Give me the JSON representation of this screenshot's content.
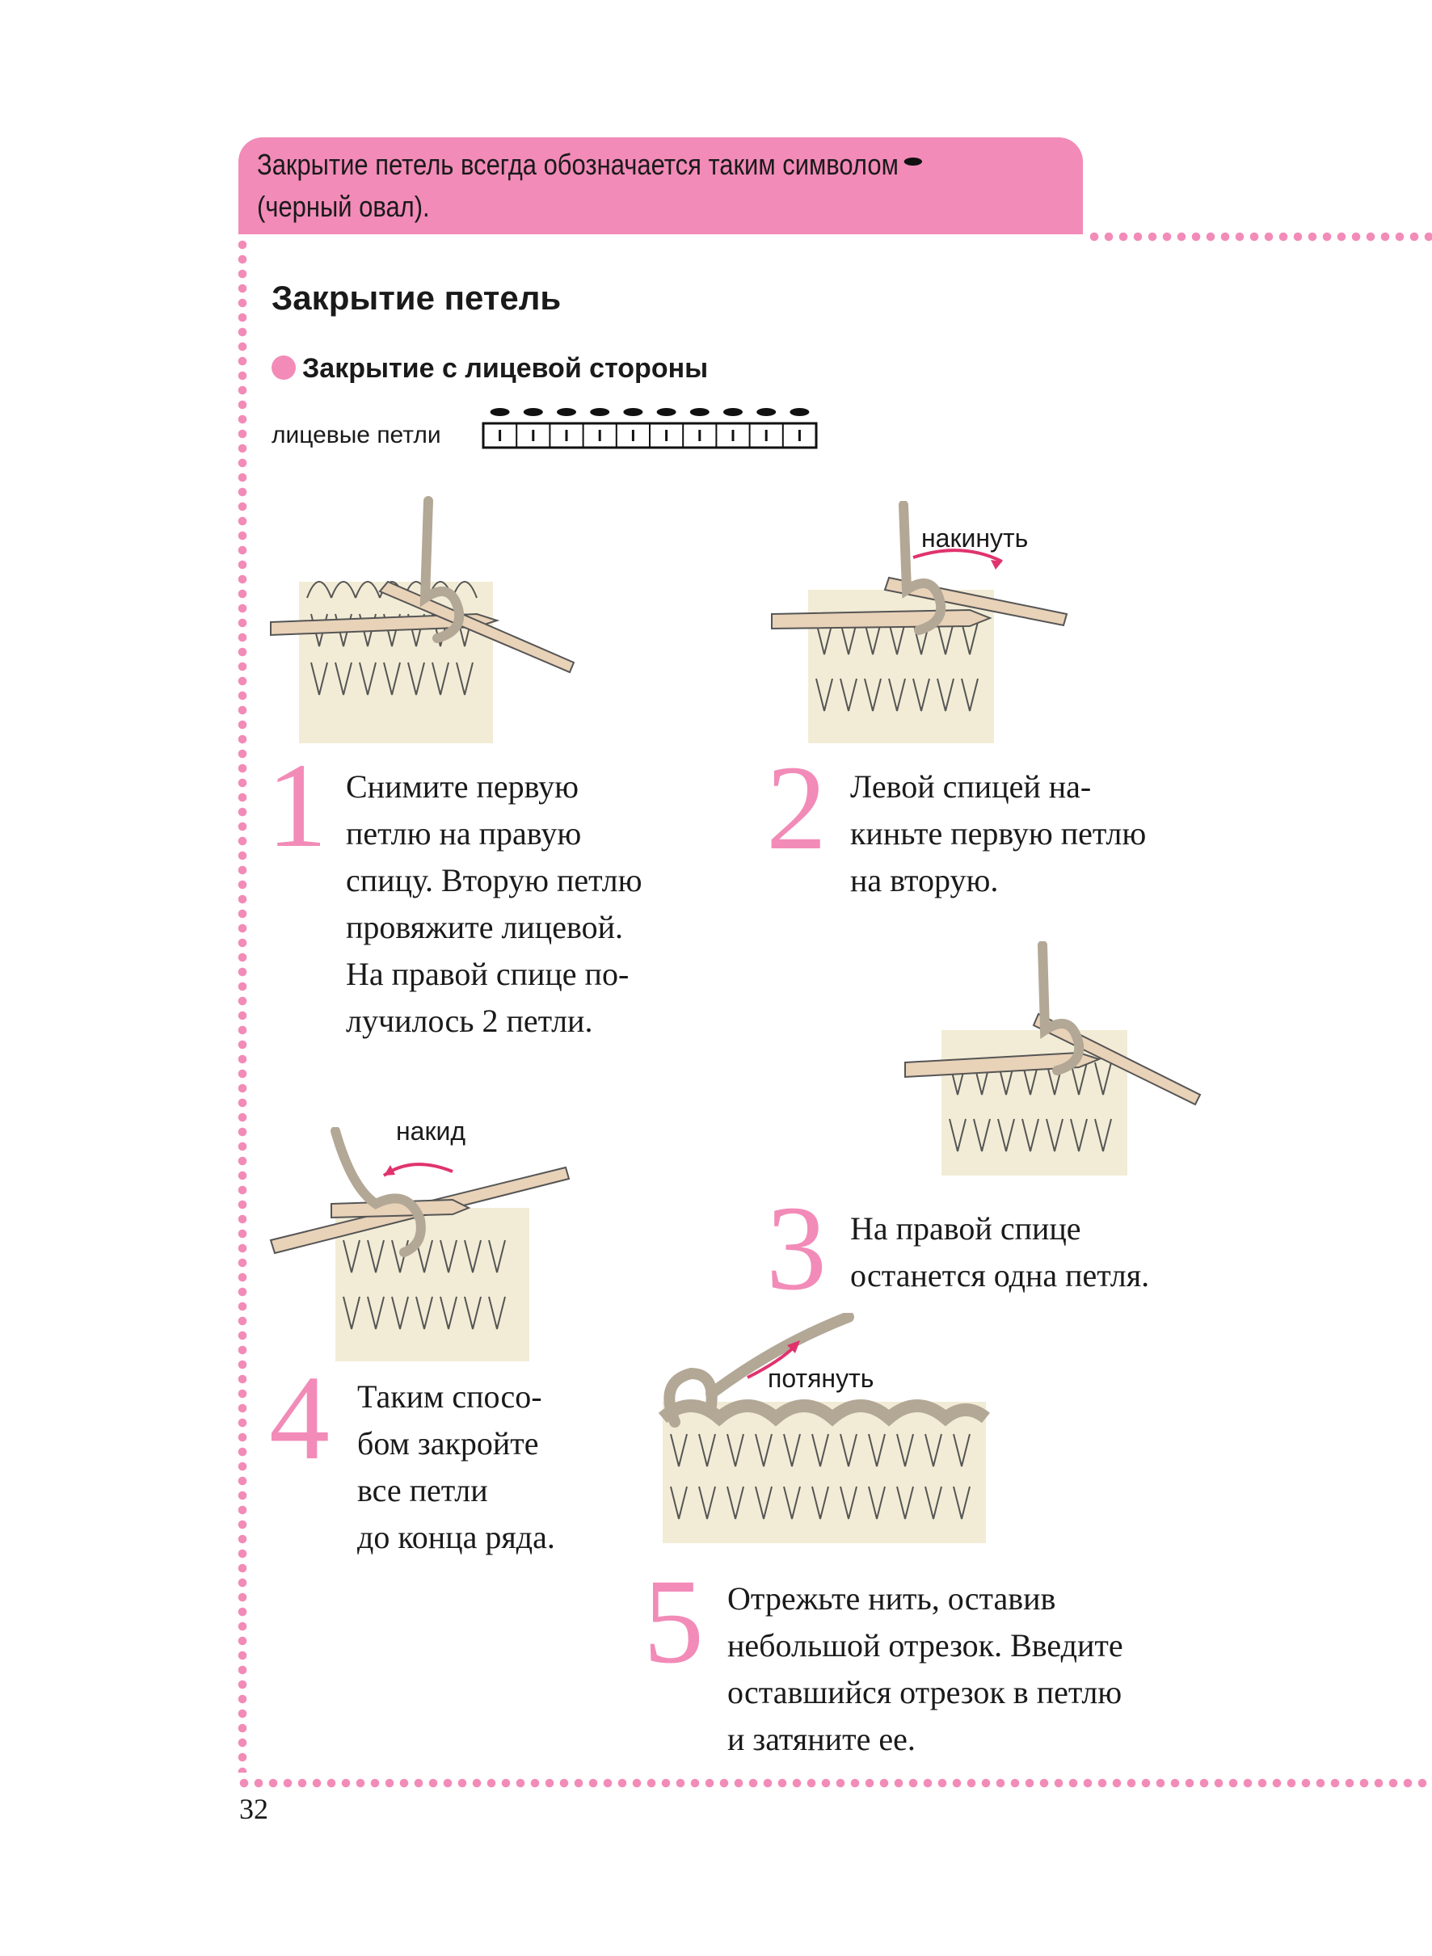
{
  "note": {
    "text": "Закрытие петель всегда обозначается таким символом",
    "text2": "(черный овал)."
  },
  "heading": "Закрытие петель",
  "subheading": "Закрытие с лицевой стороны",
  "chart": {
    "label": "лицевые петли",
    "stitch_count": 10
  },
  "illustration_labels": {
    "step2": "накинуть",
    "step4": "накид",
    "step5": "потянуть"
  },
  "steps": [
    {
      "number": "1",
      "text": "Снимите первую\nпетлю на правую\nспицу. Вторую петлю\nпровяжите лицевой.\nНа правой спице по-\nлучилось 2 петли."
    },
    {
      "number": "2",
      "text": "Левой спицей на-\nкиньте первую петлю\nна вторую."
    },
    {
      "number": "3",
      "text": "На правой спице\nостанется одна петля."
    },
    {
      "number": "4",
      "text": "Таким спосо-\nбом закройте\nвсе петли\nдо конца ряда."
    },
    {
      "number": "5",
      "text": "Отрежьте нить, оставив\nнебольшой отрезок. Введите\nоставшийся отрезок в петлю\nи затяните ее."
    }
  ],
  "page_number": "32",
  "colors": {
    "accent": "#f28bb8",
    "yarn_light": "#f2ecd6",
    "yarn_dark": "#b3a796",
    "needle": "#e8d2b8"
  }
}
